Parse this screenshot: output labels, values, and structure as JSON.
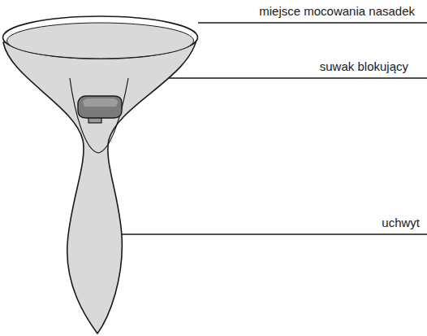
{
  "diagram": {
    "labels": [
      "miejsce mocowania nasadek",
      "suwak blokujący",
      "uchwyt"
    ]
  }
}
